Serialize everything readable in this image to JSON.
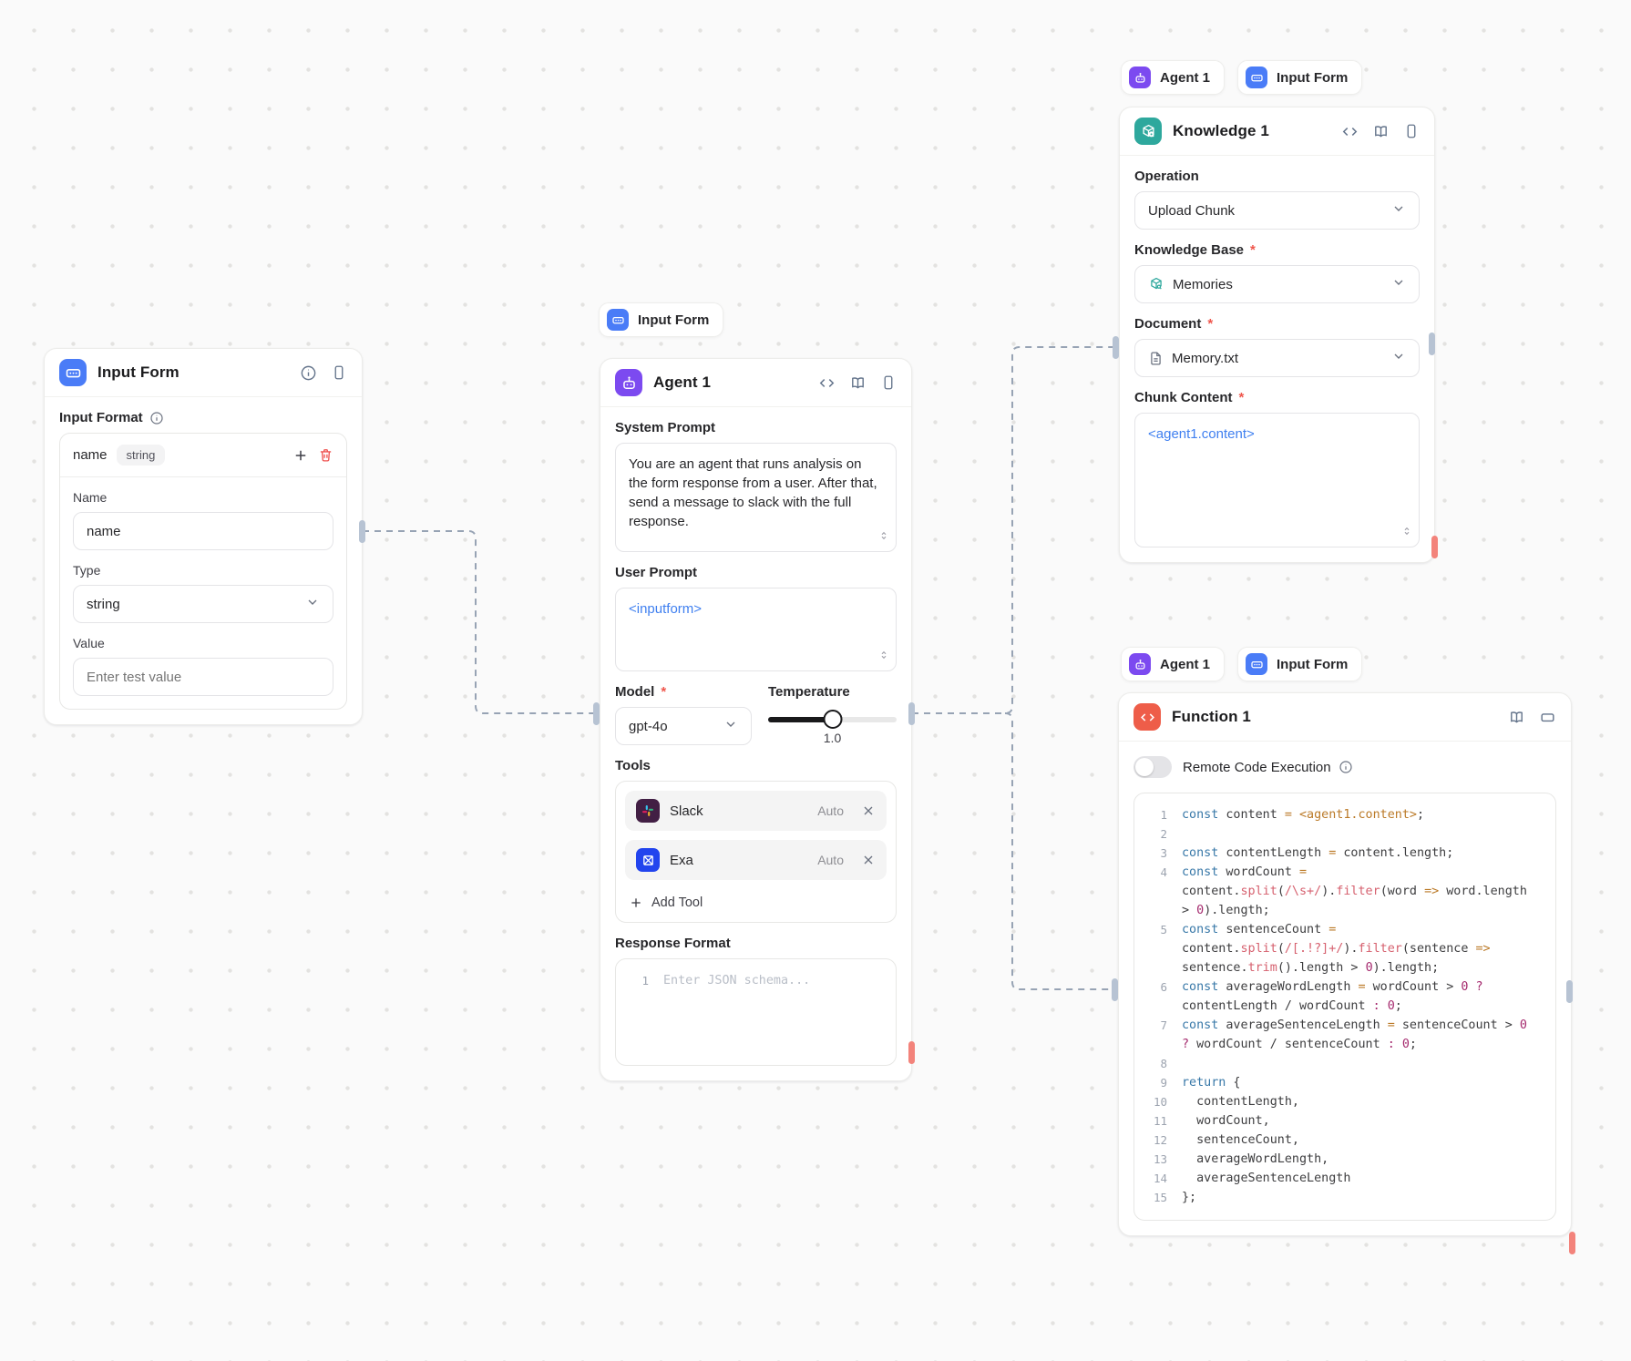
{
  "colors": {
    "canvas_bg": "#fafafa",
    "dot": "#e3e2e0",
    "accent_blue": "#4a7cf7",
    "accent_purple": "#7c4af0",
    "accent_teal": "#2ea89d",
    "accent_red": "#ee5d49",
    "token_blue": "#4080f0",
    "required": "#ef564c",
    "connection": "#97a3b4",
    "port": "#b7c3d3",
    "port_red": "#f3837b",
    "kw": "#3878a8",
    "op": "#bb7a28",
    "fn": "#d6616f",
    "num": "#a52a6e",
    "tx": "#3d3d3f"
  },
  "chips": {
    "agent": [
      {
        "icon": "input-form-icon",
        "label": "Input Form"
      }
    ],
    "knowledge": [
      {
        "icon": "agent-icon",
        "label": "Agent 1"
      },
      {
        "icon": "input-form-icon",
        "label": "Input Form"
      }
    ],
    "function": [
      {
        "icon": "agent-icon",
        "label": "Agent 1"
      },
      {
        "icon": "input-form-icon",
        "label": "Input Form"
      }
    ]
  },
  "input_form": {
    "title": "Input Form",
    "input_format_label": "Input Format",
    "row_name": "name",
    "row_type_badge": "string",
    "name_label": "Name",
    "name_value": "name",
    "type_label": "Type",
    "type_value": "string",
    "value_label": "Value",
    "value_placeholder": "Enter test value"
  },
  "agent": {
    "title": "Agent 1",
    "system_prompt_label": "System Prompt",
    "system_prompt": "You are an agent that runs analysis on the form response from a user. After that, send a message to slack with the full response.",
    "user_prompt_label": "User Prompt",
    "user_prompt": "<inputform>",
    "model_label": "Model",
    "model": "gpt-4o",
    "temperature_label": "Temperature",
    "temperature": "1.0",
    "tools_label": "Tools",
    "tools": [
      {
        "icon": "slack-icon",
        "name": "Slack",
        "mode": "Auto"
      },
      {
        "icon": "exa-icon",
        "name": "Exa",
        "mode": "Auto"
      }
    ],
    "add_tool": "Add Tool",
    "response_format_label": "Response Format",
    "response_gutter": "1",
    "response_placeholder": "Enter JSON schema..."
  },
  "knowledge": {
    "title": "Knowledge 1",
    "operation_label": "Operation",
    "operation": "Upload Chunk",
    "kb_label": "Knowledge Base",
    "kb_value": "Memories",
    "document_label": "Document",
    "document_value": "Memory.txt",
    "chunk_label": "Chunk Content",
    "chunk_value": "<agent1.content>"
  },
  "function": {
    "title": "Function 1",
    "rce_label": "Remote Code Execution",
    "rce_state": "off",
    "code": [
      [
        [
          "kw",
          "const"
        ],
        [
          "tx",
          " content "
        ],
        [
          "op",
          "="
        ],
        [
          "tx",
          " "
        ],
        [
          "tk",
          "<agent1.content>"
        ],
        [
          "tx",
          ";"
        ]
      ],
      [],
      [
        [
          "kw",
          "const"
        ],
        [
          "tx",
          " contentLength "
        ],
        [
          "op",
          "="
        ],
        [
          "tx",
          " content.length;"
        ]
      ],
      [
        [
          "kw",
          "const"
        ],
        [
          "tx",
          " wordCount "
        ],
        [
          "op",
          "="
        ],
        [
          "tx",
          " content."
        ],
        [
          "fn",
          "split"
        ],
        [
          "tx",
          "("
        ],
        [
          "rx",
          "/\\s+/"
        ],
        [
          "tx",
          ")."
        ],
        [
          "fn",
          "filter"
        ],
        [
          "tx",
          "(word "
        ],
        [
          "op",
          "=>"
        ],
        [
          "tx",
          " word.length > "
        ],
        [
          "num",
          "0"
        ],
        [
          "tx",
          ").length;"
        ]
      ],
      [
        [
          "kw",
          "const"
        ],
        [
          "tx",
          " sentenceCount "
        ],
        [
          "op",
          "="
        ],
        [
          "tx",
          " content."
        ],
        [
          "fn",
          "split"
        ],
        [
          "tx",
          "("
        ],
        [
          "rx",
          "/[.!?]+/"
        ],
        [
          "tx",
          ")."
        ],
        [
          "fn",
          "filter"
        ],
        [
          "tx",
          "(sentence "
        ],
        [
          "op",
          "=>"
        ],
        [
          "tx",
          " sentence."
        ],
        [
          "fn",
          "trim"
        ],
        [
          "tx",
          "().length > "
        ],
        [
          "num",
          "0"
        ],
        [
          "tx",
          ").length;"
        ]
      ],
      [
        [
          "kw",
          "const"
        ],
        [
          "tx",
          " averageWordLength "
        ],
        [
          "op",
          "="
        ],
        [
          "tx",
          " wordCount > "
        ],
        [
          "num",
          "0"
        ],
        [
          "tx",
          " "
        ],
        [
          "num",
          "?"
        ],
        [
          "tx",
          " contentLength / wordCount "
        ],
        [
          "num",
          ":"
        ],
        [
          "tx",
          " "
        ],
        [
          "num",
          "0"
        ],
        [
          "tx",
          ";"
        ]
      ],
      [
        [
          "kw",
          "const"
        ],
        [
          "tx",
          " averageSentenceLength "
        ],
        [
          "op",
          "="
        ],
        [
          "tx",
          " sentenceCount > "
        ],
        [
          "num",
          "0"
        ],
        [
          "tx",
          " "
        ],
        [
          "num",
          "?"
        ],
        [
          "tx",
          " wordCount / sentenceCount "
        ],
        [
          "num",
          ":"
        ],
        [
          "tx",
          " "
        ],
        [
          "num",
          "0"
        ],
        [
          "tx",
          ";"
        ]
      ],
      [],
      [
        [
          "kw",
          "return"
        ],
        [
          "tx",
          " {"
        ]
      ],
      [
        [
          "tx",
          "  contentLength,"
        ]
      ],
      [
        [
          "tx",
          "  wordCount,"
        ]
      ],
      [
        [
          "tx",
          "  sentenceCount,"
        ]
      ],
      [
        [
          "tx",
          "  averageWordLength,"
        ]
      ],
      [
        [
          "tx",
          "  averageSentenceLength"
        ]
      ],
      [
        [
          "tx",
          "};"
        ]
      ]
    ]
  }
}
